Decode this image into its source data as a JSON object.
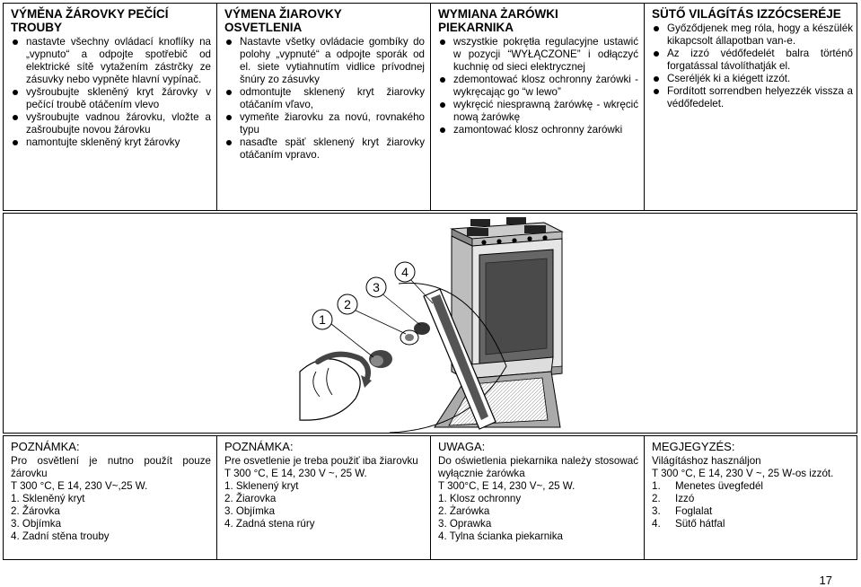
{
  "top": [
    {
      "title_lines": [
        "VÝMĚNA ŽÁROVKY PEČÍCÍ",
        "TROUBY"
      ],
      "items": [
        "nastavte všechny ovládací knoflíky na „vypnuto“ a odpojte spotřebič od elektrické sítě vytažením zástrčky ze zásuvky nebo vypněte hlavní vypínač.",
        "vyšroubujte skleněný kryt žárovky v pečící troubě otáčením vlevo",
        "vyšroubujte vadnou žárovku, vložte a zašroubujte novou žárovku",
        "namontujte skleněný kryt žárovky"
      ]
    },
    {
      "title_lines": [
        "VÝMENA ŽIAROVKY",
        "OSVETLENIA"
      ],
      "items": [
        "Nastavte všetky ovládacie gombíky do polohy „vypnuté“ a odpojte sporák od el. siete vytiahnutím vidlice prívodnej šnúry zo zásuvky",
        "odmontujte sklenený kryt žiarovky otáčaním vľavo,",
        "vymeňte žiarovku za novú, rovnakého typu",
        "nasaďte späť sklenený kryt žiarovky otáčaním vpravo."
      ]
    },
    {
      "title_lines": [
        "WYMIANA ŻARÓWKI",
        "PIEKARNIKA"
      ],
      "items": [
        "wszystkie pokrętła regulacyjne ustawić w pozycji “WYŁĄCZONE” i odłączyć kuchnię od sieci elektrycznej",
        "zdemontować klosz ochronny żarówki - wykręcając go “w lewo”",
        "wykręcić niesprawną żarówkę - wkręcić nową żarówkę",
        "zamontować klosz ochronny żarówki"
      ]
    },
    {
      "title_lines": [
        "SÜTŐ VILÁGÍTÁS IZZÓCSERÉJE"
      ],
      "items": [
        "Győződjenek meg róla, hogy a készülék kikapcsolt állapotban van-e.",
        "Az izzó védőfedelét balra történő forgatással távolíthatják el.",
        "Cseréljék ki a kiégett izzót.",
        "Fordított sorrendben helyezzék vissza a védőfedelet."
      ]
    }
  ],
  "figure": {
    "callouts": [
      "1",
      "2",
      "3",
      "4"
    ]
  },
  "bottom": [
    {
      "title": "POZNÁMKA:",
      "intro": "Pro osvětlení je nutno použít pouze žárovku",
      "spec": "T 300 °C, E 14, 230 V~,25 W.",
      "list": [
        "1. Skleněný kryt",
        "2. Žárovka",
        "3. Objímka",
        "4. Zadní stěna trouby"
      ]
    },
    {
      "title": "POZNÁMKA:",
      "intro": "Pre osvetlenie je treba použiť iba žiarovku",
      "spec": "T 300 °C, E 14, 230 V ~, 25 W.",
      "list": [
        "1. Sklenený kryt",
        "2. Žiarovka",
        "3. Objímka",
        "4. Zadná stena rúry"
      ]
    },
    {
      "title": "UWAGA:",
      "intro": "Do oświetlenia piekarnika należy stosować wyłącznie żarówka",
      "spec": "T 300°C, E 14, 230 V~, 25 W.",
      "list": [
        "1. Klosz ochronny",
        "2. Żarówka",
        "3. Oprawka",
        "4. Tylna ścianka piekarnika"
      ]
    },
    {
      "title": "MEGJEGYZÉS:",
      "intro": "Világításhoz használjon",
      "spec": "T 300 °C, E 14, 230 V ~, 25 W-os izzót.",
      "numbered": [
        {
          "n": "1.",
          "t": "Menetes üvegfedél"
        },
        {
          "n": "2.",
          "t": "Izzó"
        },
        {
          "n": "3.",
          "t": "Foglalat"
        },
        {
          "n": "4.",
          "t": "Sütő hátfal"
        }
      ]
    }
  ],
  "page_number": "17"
}
